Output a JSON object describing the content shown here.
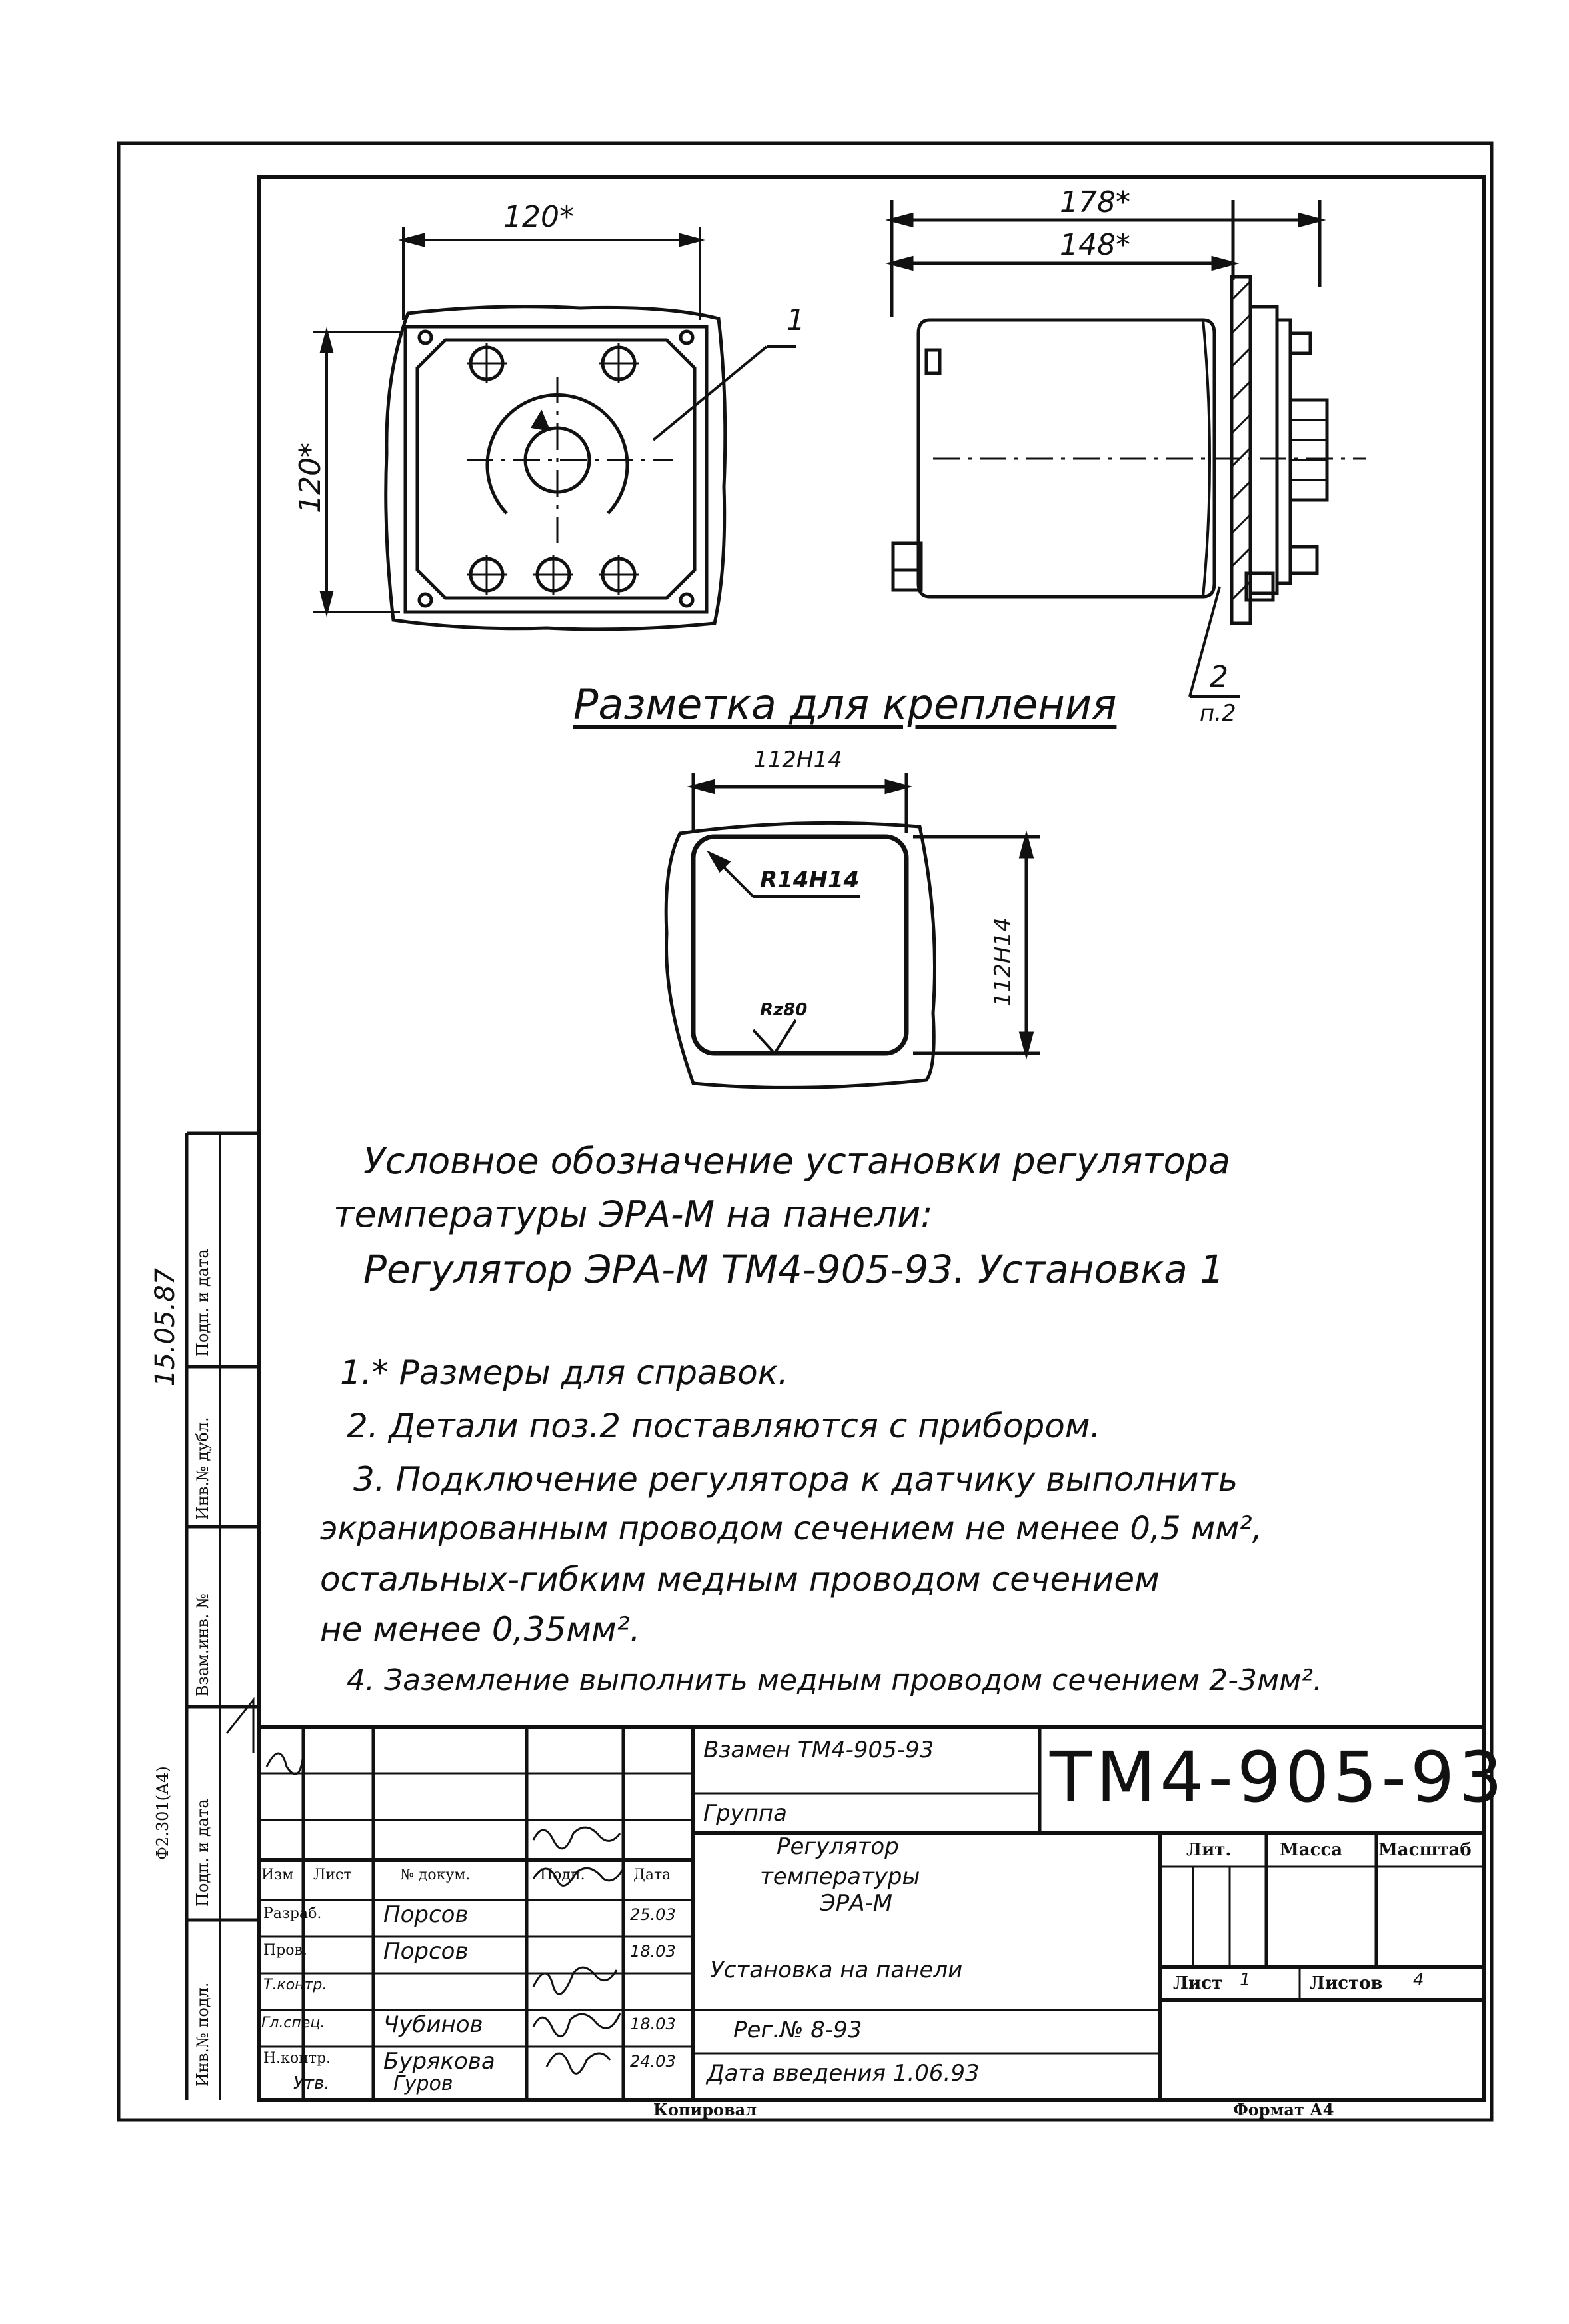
{
  "drawing": {
    "dim_width_front": "120*",
    "dim_height_front": "120*",
    "dim_side_outer": "178*",
    "dim_side_inner": "148*",
    "pos_1": "1",
    "pos_2": "2",
    "pos_2_note": "п.2",
    "mounting_title": "Разметка для крепления",
    "cutout_width": "112H14",
    "cutout_height": "112H14",
    "cutout_radius": "R14H14",
    "roughness": "Rz80"
  },
  "designation": {
    "line1": "Условное обозначение установки регулятора",
    "line2": "температуры ЭРА-М на панели:",
    "line3": "Регулятор ЭРА-М ТМ4-905-93. Установка 1"
  },
  "notes": {
    "n1": "1.* Размеры для справок.",
    "n2": "2. Детали поз.2 поставляются с прибором.",
    "n3a": "3. Подключение регулятора к датчику выполнить",
    "n3b": "экранированным проводом сечением не менее 0,5 мм²,",
    "n3c": "остальных-гибким медным проводом сечением",
    "n3d": "не менее 0,35мм².",
    "n4": "4. Заземление выполнить медным проводом сечением 2-3мм²."
  },
  "title_block": {
    "replaces": "Взамен ТМ4-905-93",
    "group": "Группа",
    "code": "ТМ4-905-93",
    "name1": "Регулятор",
    "name2": "температуры",
    "name3": "ЭРА-М",
    "name4": "Установка на панели",
    "reg": "Рег.№ 8-93",
    "date": "Дата введения 1.06.93",
    "col_izm": "Изм",
    "col_list": "Лист",
    "col_doc": "№ докум.",
    "col_sign": "Подп.",
    "col_date": "Дата",
    "lit": "Лит.",
    "mass": "Масса",
    "scale": "Масштаб",
    "sheet_label": "Лист",
    "sheet_val": "1",
    "sheets_label": "Листов",
    "sheets_val": "4",
    "roles": [
      {
        "role": "Разраб.",
        "name": "Порсов",
        "date": "25.03"
      },
      {
        "role": "Пров.",
        "name": "Порсов",
        "date": "18.03"
      },
      {
        "role": "Т.контр.",
        "name": "",
        "date": ""
      },
      {
        "role": "Гл.спец.",
        "name": "Чубинов",
        "date": "18.03"
      },
      {
        "role": "Н.контр.",
        "name": "Бурякова",
        "date": "24.03"
      },
      {
        "role": "Утв.",
        "name": "Гуров",
        "date": ""
      }
    ],
    "copied": "Копировал",
    "format": "Формат А4"
  },
  "side_stamp": {
    "inv_orig": "Инв.№ подл.",
    "sign_date": "Подп. и дата",
    "vzam": "Взам.инв. №",
    "inv_dubl": "Инв.№ дубл.",
    "sign_date2": "Подп. и дата",
    "form": "Ф2.301(А4)",
    "hand_date": "15.05.87"
  }
}
